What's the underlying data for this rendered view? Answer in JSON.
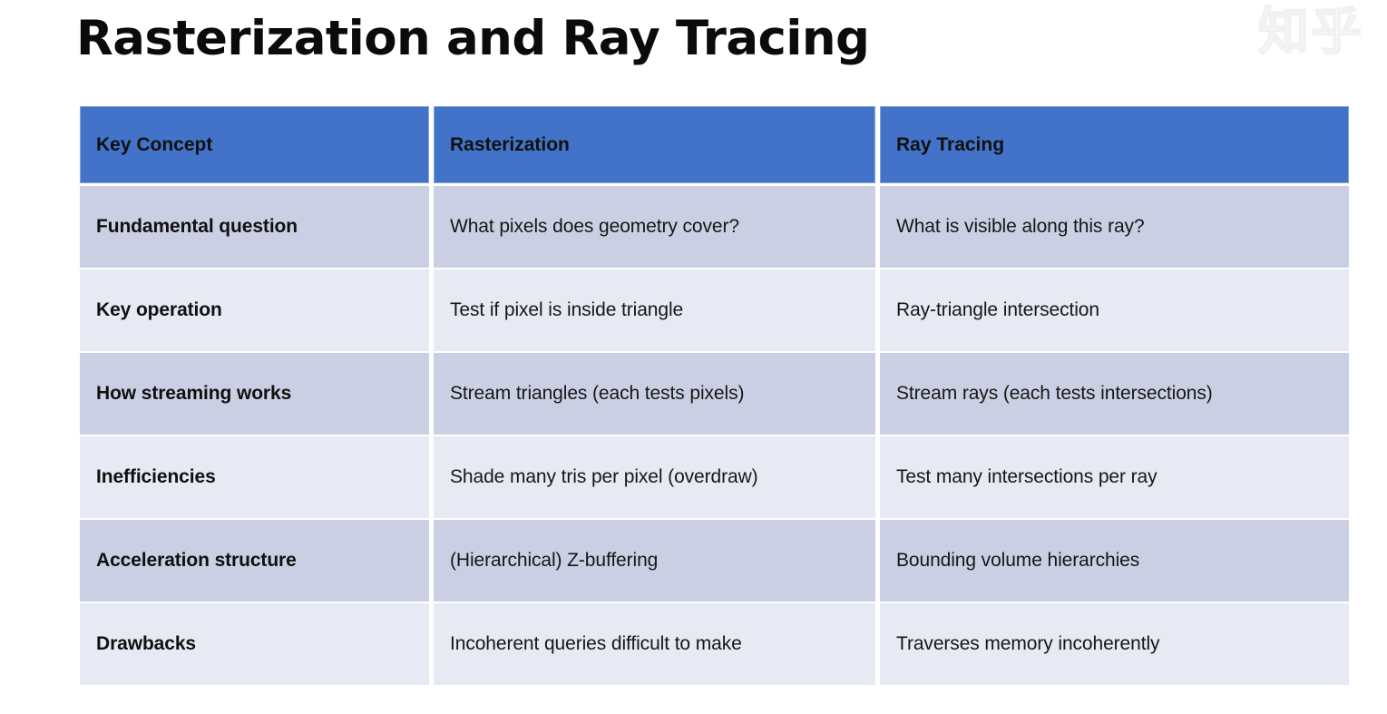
{
  "slide": {
    "title": "Rasterization and Ray Tracing",
    "watermark": "知乎",
    "accent_color": "#4273c8",
    "row_dark_color": "#cbcfe3",
    "row_light_color": "#e7e9f3"
  },
  "table": {
    "headers": [
      "Key Concept",
      "Rasterization",
      "Ray Tracing"
    ],
    "rows": [
      {
        "key": "Fundamental question",
        "rasterization": "What pixels does geometry cover?",
        "ray_tracing": "What is visible along this ray?"
      },
      {
        "key": "Key operation",
        "rasterization": "Test if pixel is inside triangle",
        "ray_tracing": "Ray-triangle intersection"
      },
      {
        "key": "How streaming works",
        "rasterization": "Stream triangles (each tests pixels)",
        "ray_tracing": "Stream rays (each tests intersections)"
      },
      {
        "key": "Inefficiencies",
        "rasterization": "Shade many tris per pixel (overdraw)",
        "ray_tracing": "Test many intersections per ray"
      },
      {
        "key": "Acceleration structure",
        "rasterization": "(Hierarchical) Z-buffering",
        "ray_tracing": "Bounding volume hierarchies"
      },
      {
        "key": "Drawbacks",
        "rasterization": "Incoherent queries difficult to make",
        "ray_tracing": "Traverses memory incoherently"
      }
    ]
  }
}
